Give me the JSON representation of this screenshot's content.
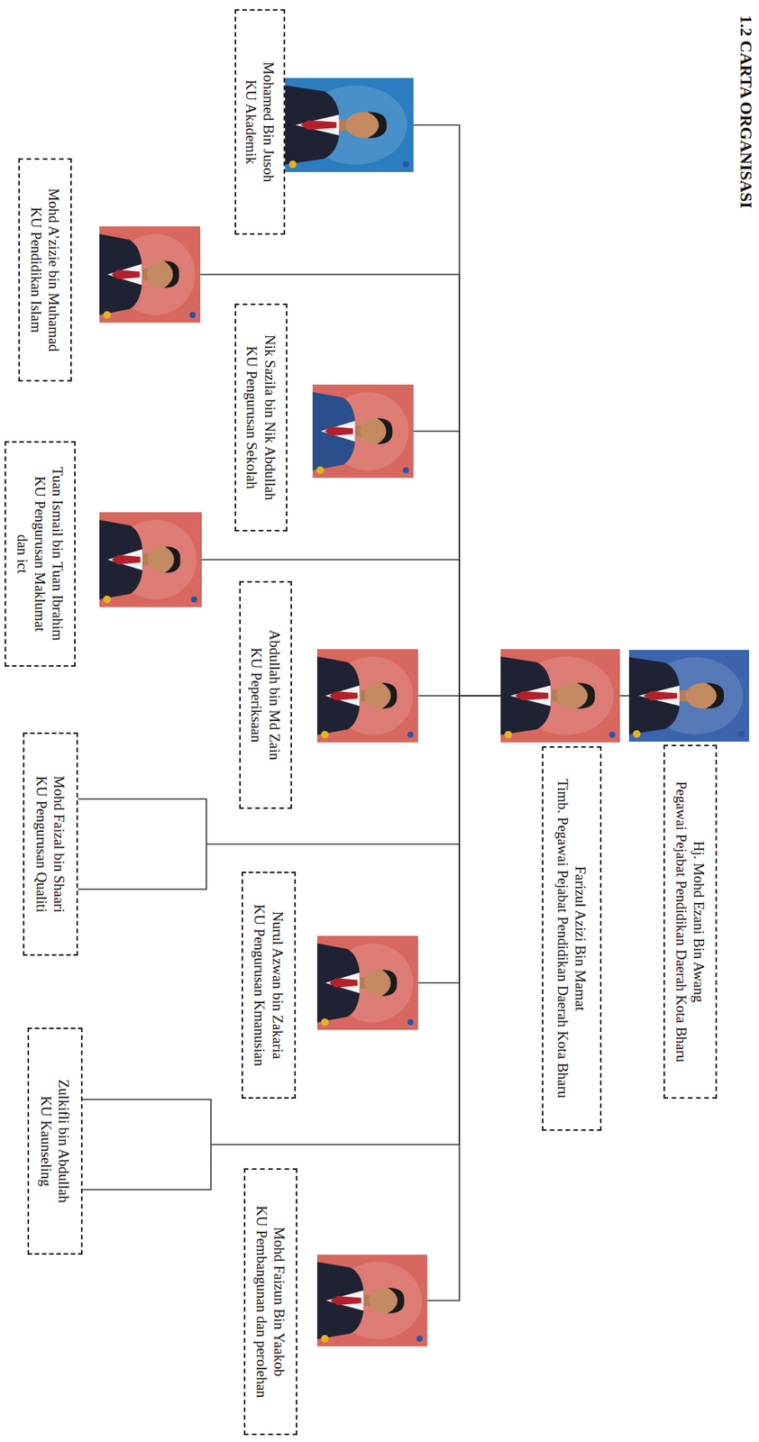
{
  "diagram": {
    "title": "1.2 CARTA ORGANISASI",
    "nodes": [
      {
        "text": [
          "Hj. Mohd Ezani Bin Awang",
          "Pegawai Pejabat Pendidikan Daerah Kota Bharu"
        ]
      },
      {
        "text": [
          "Farizul Azizi Bin Mamat",
          "Timb. Pegawai Pejabat Pendidikan Daerah Kota Bharu"
        ]
      },
      {
        "text": [
          "Mohamed Bin Jusoh",
          "KU Akademik"
        ]
      },
      {
        "text": [
          "Mohd A’zizie bin Muhamad",
          "KU Pendidikan Islam"
        ]
      },
      {
        "text": [
          "Nik Sazila bin Nik Abdullah",
          "KU Pengurusan Sekolah"
        ]
      },
      {
        "text": [
          "Tuan Ismail bin Tuan Ibrahim",
          "KU Pengurusan Maklumat dan ict"
        ]
      },
      {
        "text": [
          "Abdullah bin Md Zain",
          "KU Peperiksaan"
        ]
      },
      {
        "text": [
          "Mohd Faizal bin Shaari",
          "KU Pengurusan Qualiti"
        ]
      },
      {
        "text": [
          "Nurul Azwan bin Zakaria",
          "KU Pengurusan Kmanusian"
        ]
      },
      {
        "text": [
          "Zulkifli bin Abdullah",
          "KU Kaunseling"
        ]
      },
      {
        "text": [
          "Mohd Faizun Bin Yaakob",
          "KU Pembangunan dan perolehan"
        ]
      }
    ],
    "edges": [
      {
        "from": 0,
        "to": 1,
        "arrow": "none"
      },
      {
        "from": 1,
        "to": 2,
        "arrow": "none"
      },
      {
        "from": 1,
        "to": 3,
        "arrow": "none"
      },
      {
        "from": 1,
        "to": 4,
        "arrow": "none"
      },
      {
        "from": 1,
        "to": 5,
        "arrow": "none"
      },
      {
        "from": 1,
        "to": 6,
        "arrow": "none"
      },
      {
        "from": 1,
        "to": 7,
        "arrow": "none"
      },
      {
        "from": 1,
        "to": 8,
        "arrow": "none"
      },
      {
        "from": 1,
        "to": 9,
        "arrow": "none"
      },
      {
        "from": 1,
        "to": 10,
        "arrow": "none"
      }
    ]
  }
}
